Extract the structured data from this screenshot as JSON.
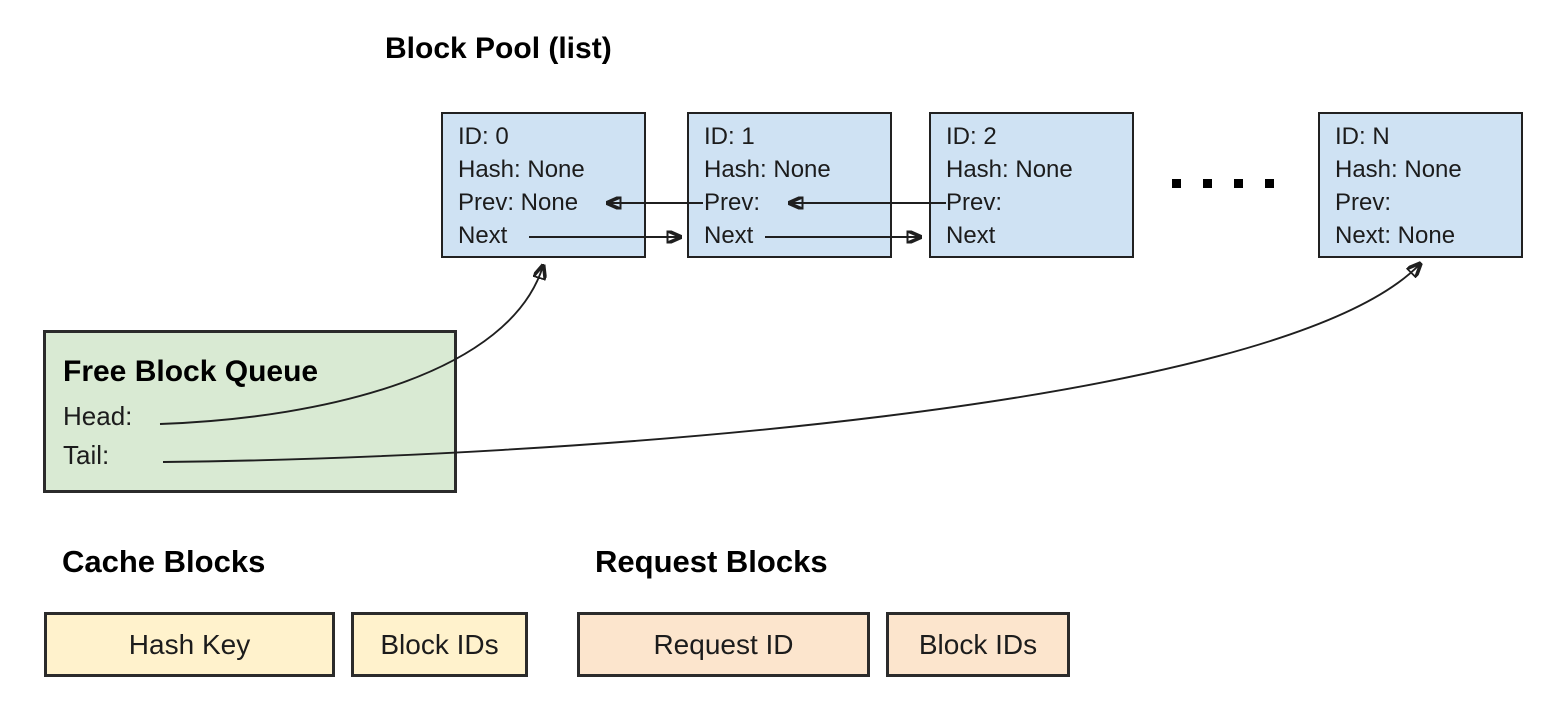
{
  "block_pool": {
    "title": "Block Pool (list)",
    "blocks": [
      {
        "id": "ID: 0",
        "hash": "Hash: None",
        "prev": "Prev: None",
        "next": "Next"
      },
      {
        "id": "ID: 1",
        "hash": "Hash: None",
        "prev": "Prev:",
        "next": "Next"
      },
      {
        "id": "ID: 2",
        "hash": "Hash: None",
        "prev": "Prev:",
        "next": "Next"
      },
      {
        "id": "ID: N",
        "hash": "Hash: None",
        "prev": "Prev:",
        "next": "Next: None"
      }
    ]
  },
  "free_block_queue": {
    "title": "Free Block Queue",
    "head_label": "Head:",
    "tail_label": "Tail:"
  },
  "cache_blocks": {
    "title": "Cache Blocks",
    "hash_key_label": "Hash Key",
    "block_ids_label": "Block IDs"
  },
  "request_blocks": {
    "title": "Request Blocks",
    "request_id_label": "Request ID",
    "block_ids_label": "Block IDs"
  },
  "colors": {
    "pool_block_fill": "#cfe2f3",
    "free_queue_fill": "#d9ead3",
    "cache_fill": "#fff2cc",
    "request_fill": "#fce5cd",
    "border": "#2b2b2b",
    "arrow": "#1f1f1f",
    "text": "#1c1c1c"
  }
}
